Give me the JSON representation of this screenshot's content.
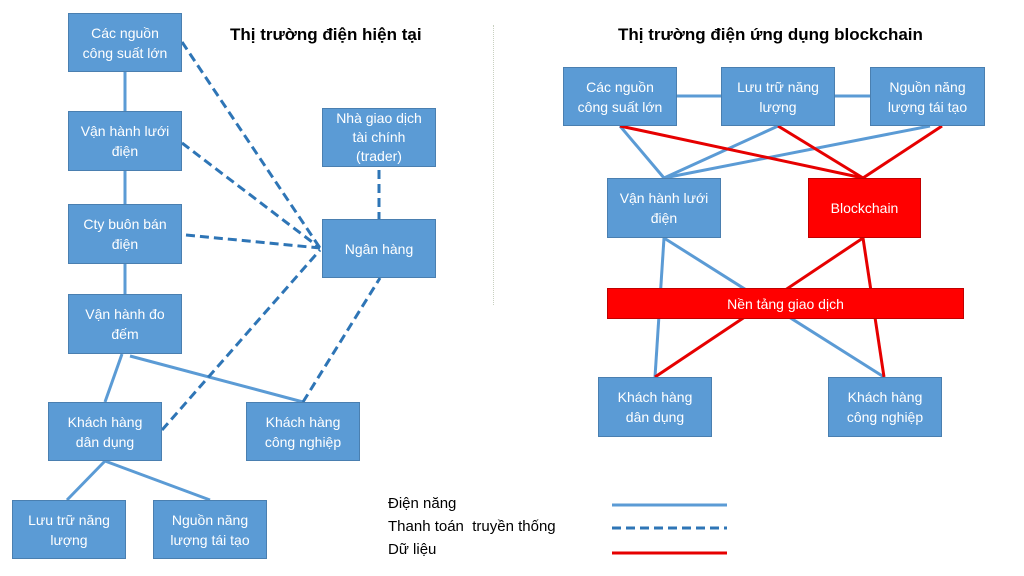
{
  "left": {
    "title": "Thị trường điện hiện tại",
    "boxes": {
      "large_sources": "Các nguồn\ncông suất lớn",
      "grid_operator": "Vận hành lưới\nđiện",
      "trading_company": "Cty buôn bán\nđiện",
      "metering_operator": "Vận hành đo\nđếm",
      "residential": "Khách hàng\ndân dụng",
      "industrial": "Khách hàng\ncông nghiệp",
      "storage": "Lưu trữ năng\nlượng",
      "renewable": "Nguồn năng\nlượng tái tạo",
      "trader": "Nhà giao dịch\ntài chính\n(trader)",
      "bank": "Ngân hàng"
    }
  },
  "right": {
    "title": "Thị trường điện ứng dụng blockchain",
    "boxes": {
      "large_sources": "Các nguồn\ncông suất lớn",
      "storage": "Lưu trữ năng\nlượng",
      "renewable": "Nguồn năng\nlượng tái tạo",
      "grid_operator": "Vận hành lưới\nđiện",
      "blockchain": "Blockchain",
      "platform": "Nền tảng giao dịch",
      "residential": "Khách hàng\ndân dụng",
      "industrial": "Khách hàng\ncông nghiệp"
    }
  },
  "legend": [
    {
      "label": "Điện năng",
      "style": "solid",
      "color": "#5b9bd5"
    },
    {
      "label": "Thanh toán  truyền thống",
      "style": "dashed",
      "color": "#2e75b6"
    },
    {
      "label": "Dữ liệu",
      "style": "solid",
      "color": "#e60000"
    }
  ],
  "colors": {
    "box": "#5b9bd5",
    "highlight": "#ff0000"
  }
}
